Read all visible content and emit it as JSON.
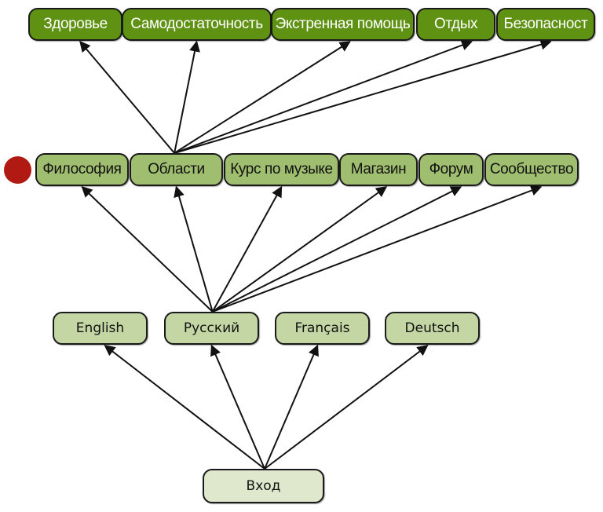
{
  "diagram": {
    "type": "tree",
    "root": "Вход",
    "levels": [
      {
        "name": "entry",
        "nodes": [
          {
            "id": "entry",
            "label": "Вход"
          }
        ]
      },
      {
        "name": "languages",
        "nodes": [
          {
            "id": "lang-en",
            "label": "English"
          },
          {
            "id": "lang-ru",
            "label": "Русский"
          },
          {
            "id": "lang-fr",
            "label": "Français"
          },
          {
            "id": "lang-de",
            "label": "Deutsch"
          }
        ]
      },
      {
        "name": "sections",
        "nodes": [
          {
            "id": "sec-philosophy",
            "label": "Философия"
          },
          {
            "id": "sec-areas",
            "label": "Области"
          },
          {
            "id": "sec-music-course",
            "label": "Курс по музыке"
          },
          {
            "id": "sec-shop",
            "label": "Магазин"
          },
          {
            "id": "sec-forum",
            "label": "Форум"
          },
          {
            "id": "sec-community",
            "label": "Сообщество"
          }
        ]
      },
      {
        "name": "areas",
        "nodes": [
          {
            "id": "area-health",
            "label": "Здоровье"
          },
          {
            "id": "area-selfsufficiency",
            "label": "Самодостаточность"
          },
          {
            "id": "area-emergency",
            "label": "Экстренная помощь"
          },
          {
            "id": "area-leisure",
            "label": "Отдых"
          },
          {
            "id": "area-safety",
            "label": "Безопасност"
          }
        ]
      }
    ],
    "edges": [
      {
        "from": "entry",
        "to": "lang-en"
      },
      {
        "from": "entry",
        "to": "lang-ru"
      },
      {
        "from": "entry",
        "to": "lang-fr"
      },
      {
        "from": "entry",
        "to": "lang-de"
      },
      {
        "from": "lang-ru",
        "to": "sec-philosophy"
      },
      {
        "from": "lang-ru",
        "to": "sec-areas"
      },
      {
        "from": "lang-ru",
        "to": "sec-music-course"
      },
      {
        "from": "lang-ru",
        "to": "sec-shop"
      },
      {
        "from": "lang-ru",
        "to": "sec-forum"
      },
      {
        "from": "lang-ru",
        "to": "sec-community"
      },
      {
        "from": "sec-areas",
        "to": "area-health"
      },
      {
        "from": "sec-areas",
        "to": "area-selfsufficiency"
      },
      {
        "from": "sec-areas",
        "to": "area-emergency"
      },
      {
        "from": "sec-areas",
        "to": "area-leisure"
      },
      {
        "from": "sec-areas",
        "to": "area-safety"
      }
    ],
    "marker": {
      "semantic": "red-dot-marker",
      "color": "#b01a12",
      "next_to": "sec-philosophy"
    },
    "colors": {
      "areas_fill": "#5f9113",
      "sections_fill": "#9fbe6f",
      "languages_fill": "#c3d6a3",
      "entry_fill": "#dfe8cc",
      "arrow": "#111111"
    }
  }
}
